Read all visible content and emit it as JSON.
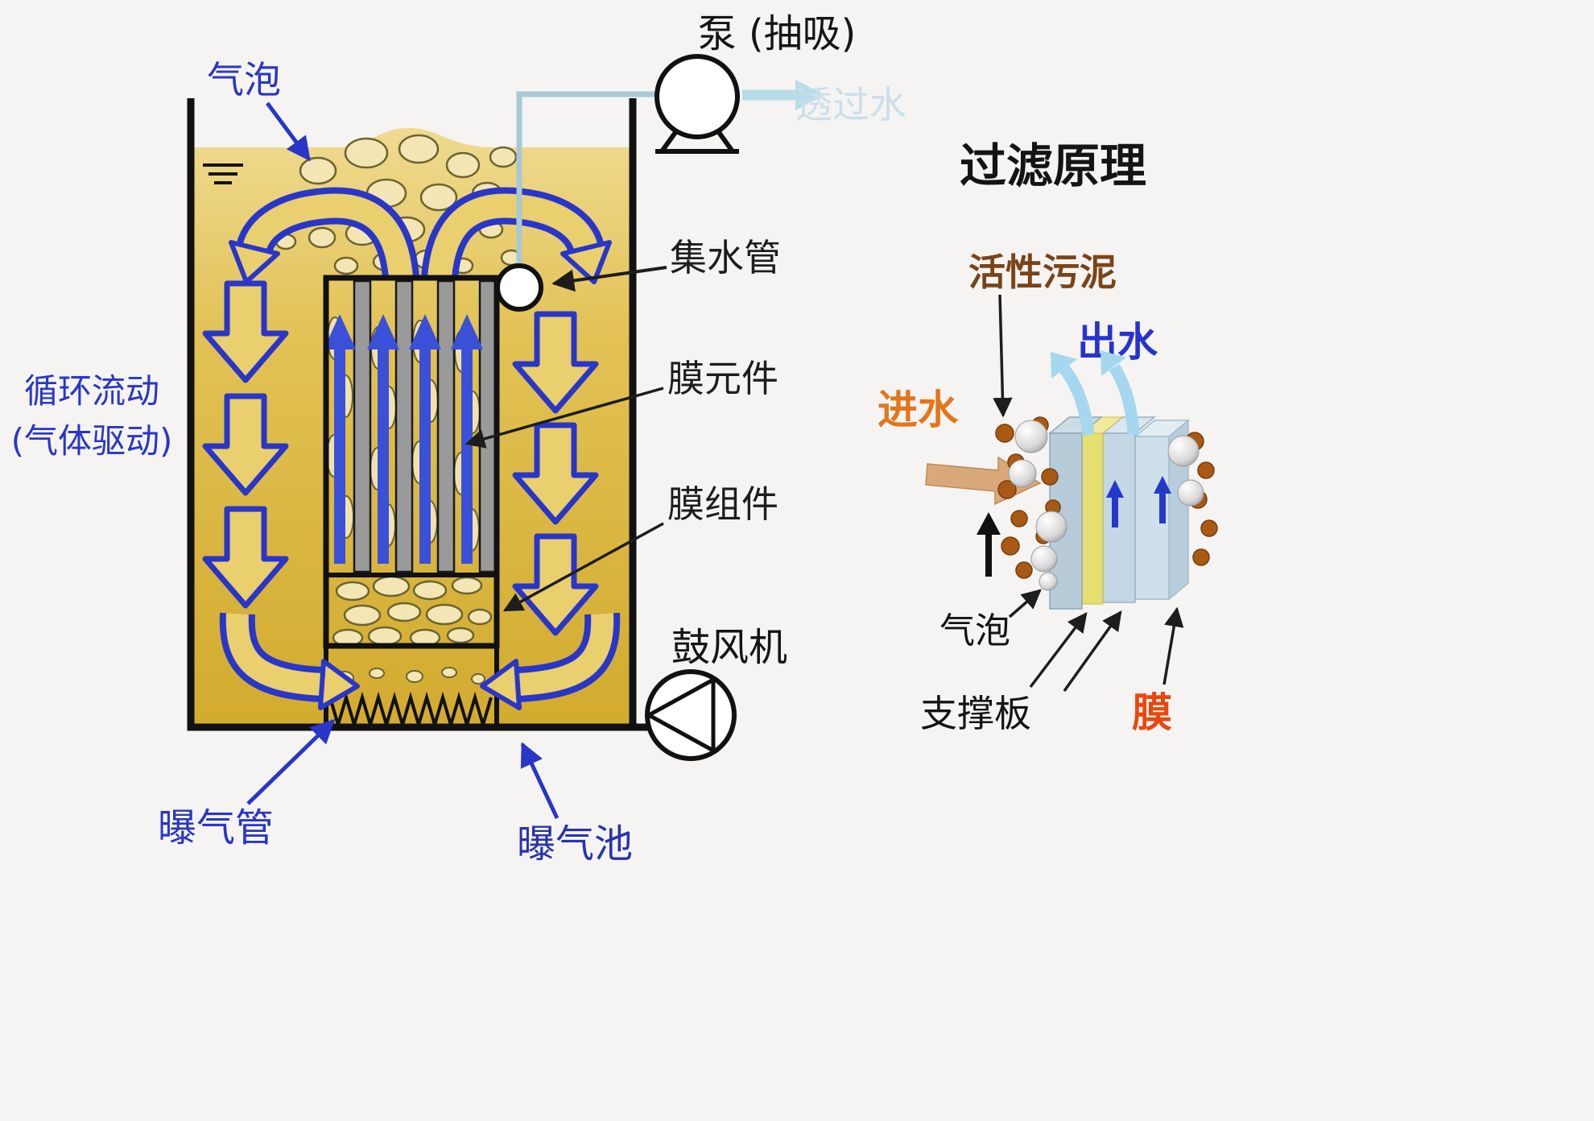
{
  "left": {
    "bubbles_label": "气泡",
    "circulation_label_line1": "循环流动",
    "circulation_label_line2": "(气体驱动)",
    "pump_label": "泵 (抽吸)",
    "permeate_label": "透过水",
    "collector_pipe_label": "集水管",
    "membrane_element_label": "膜元件",
    "membrane_module_label": "膜组件",
    "blower_label": "鼓风机",
    "aeration_pipe_label": "曝气管",
    "aeration_basin_label": "曝气池"
  },
  "right": {
    "title": "过滤原理",
    "activated_sludge_label": "活性污泥",
    "effluent_label": "出水",
    "influent_label": "进水",
    "bubble_label": "气泡",
    "support_plate_label": "支撑板",
    "membrane_label": "膜"
  },
  "colors": {
    "tank_liquid_gold": "#ddba45",
    "arrow_outline_blue": "#2936c8",
    "inner_arrow_blue": "#3a50d8",
    "label_blue": "#2936c8",
    "label_black": "#1a1a1a",
    "activated_sludge_brown": "#7a4418",
    "effluent_blue": "#2633cc",
    "influent_orange": "#e2761c",
    "membrane_red": "#e8480e",
    "permeate_lightblue": "#c9e0ea",
    "sludge_particle_brown": "#a85a14"
  }
}
